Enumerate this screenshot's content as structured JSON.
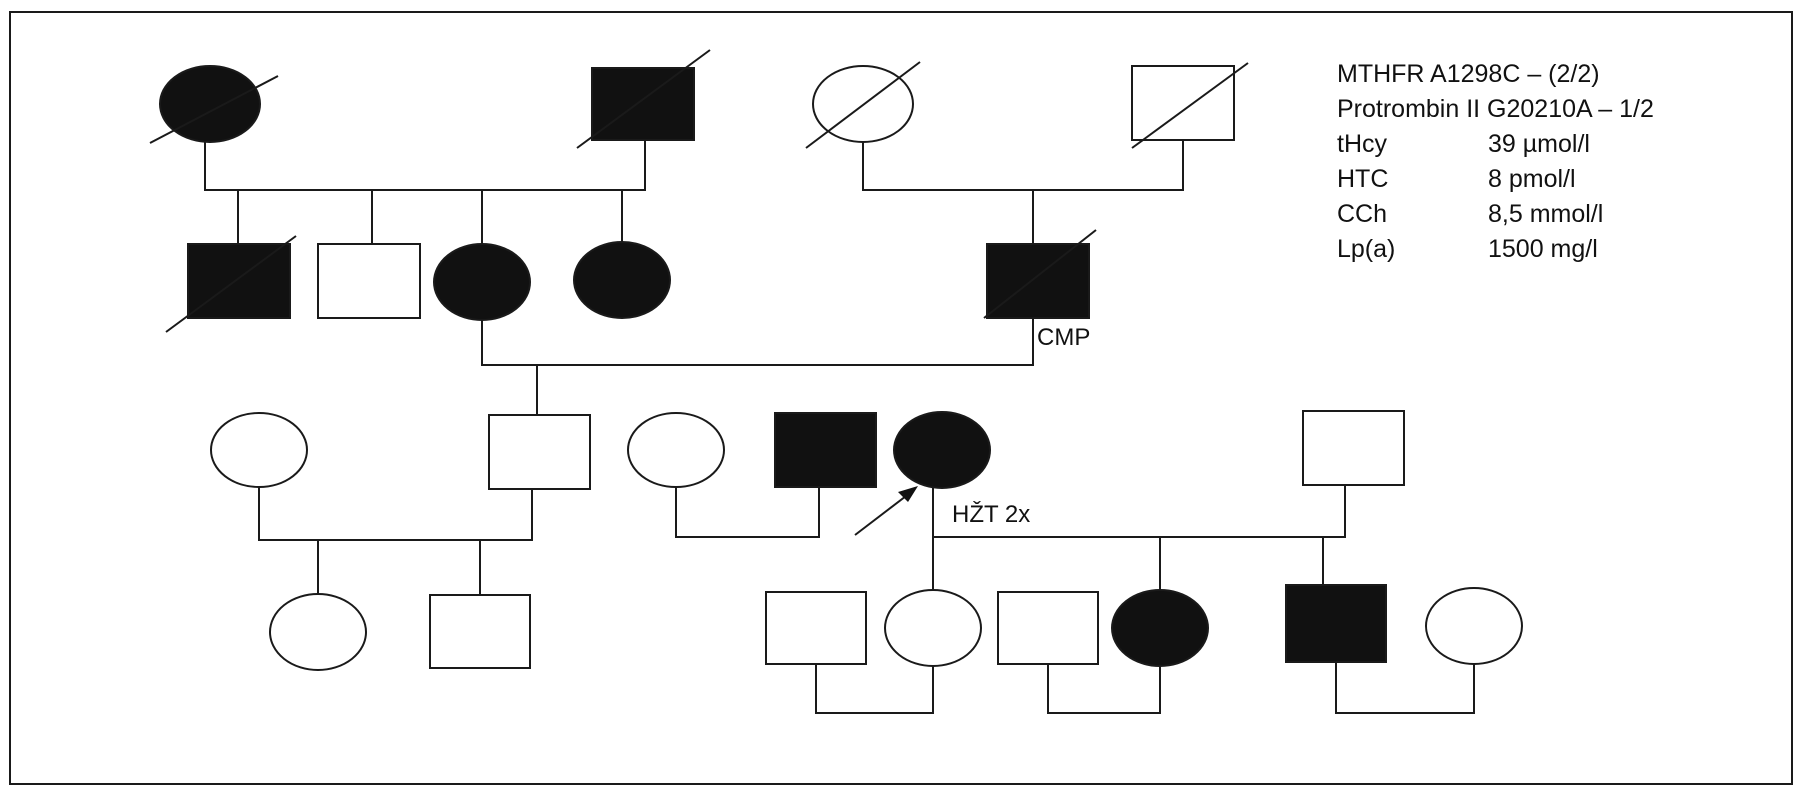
{
  "colors": {
    "affected": "#111111",
    "unaffected": "#ffffff",
    "line": "#1a1a1a"
  },
  "legend": {
    "mthfr": "MTHFR A1298C – (2/2)",
    "protrombin": "Protrombin II G20210A – 1/2",
    "rows": [
      {
        "name": "tHcy",
        "value": "39 µmol/l"
      },
      {
        "name": "HTC",
        "value": "8 pmol/l"
      },
      {
        "name": "CCh",
        "value": "8,5 mmol/l"
      },
      {
        "name": "Lp(a)",
        "value": "1500 mg/l"
      }
    ]
  },
  "annotations": {
    "cmp": "CMP",
    "proband": "HŽT 2x"
  },
  "individuals": [
    {
      "id": "g1-maternal-grandmother",
      "sex": "female",
      "affected": true,
      "deceased": true
    },
    {
      "id": "g1-maternal-grandfather",
      "sex": "male",
      "affected": true,
      "deceased": true
    },
    {
      "id": "g1-paternal-grandmother",
      "sex": "female",
      "affected": false,
      "deceased": true
    },
    {
      "id": "g1-paternal-grandfather",
      "sex": "male",
      "affected": false,
      "deceased": true
    },
    {
      "id": "g2-uncle",
      "sex": "male",
      "affected": true,
      "deceased": true
    },
    {
      "id": "g2-uncle-2",
      "sex": "male",
      "affected": false,
      "deceased": false
    },
    {
      "id": "g2-mother",
      "sex": "female",
      "affected": true,
      "deceased": false
    },
    {
      "id": "g2-aunt",
      "sex": "female",
      "affected": true,
      "deceased": false
    },
    {
      "id": "g2-father",
      "sex": "male",
      "affected": true,
      "deceased": true
    },
    {
      "id": "g3-brother-wife",
      "sex": "female",
      "affected": false,
      "deceased": false
    },
    {
      "id": "g3-brother",
      "sex": "male",
      "affected": false,
      "deceased": false
    },
    {
      "id": "g3-brother-2-wife",
      "sex": "female",
      "affected": false,
      "deceased": false
    },
    {
      "id": "g3-brother-2",
      "sex": "male",
      "affected": true,
      "deceased": false
    },
    {
      "id": "g3-proband",
      "sex": "female",
      "affected": true,
      "deceased": false
    },
    {
      "id": "g3-proband-husband",
      "sex": "male",
      "affected": false,
      "deceased": false
    },
    {
      "id": "g4-niece",
      "sex": "female",
      "affected": false,
      "deceased": false
    },
    {
      "id": "g4-nephew",
      "sex": "male",
      "affected": false,
      "deceased": false
    },
    {
      "id": "g4-son-in-law-1",
      "sex": "male",
      "affected": false,
      "deceased": false
    },
    {
      "id": "g4-daughter-1",
      "sex": "female",
      "affected": false,
      "deceased": false
    },
    {
      "id": "g4-son-in-law-2",
      "sex": "male",
      "affected": false,
      "deceased": false
    },
    {
      "id": "g4-daughter-2",
      "sex": "female",
      "affected": true,
      "deceased": false
    },
    {
      "id": "g4-son",
      "sex": "male",
      "affected": true,
      "deceased": false
    },
    {
      "id": "g4-daughter-in-law",
      "sex": "female",
      "affected": false,
      "deceased": false
    }
  ]
}
